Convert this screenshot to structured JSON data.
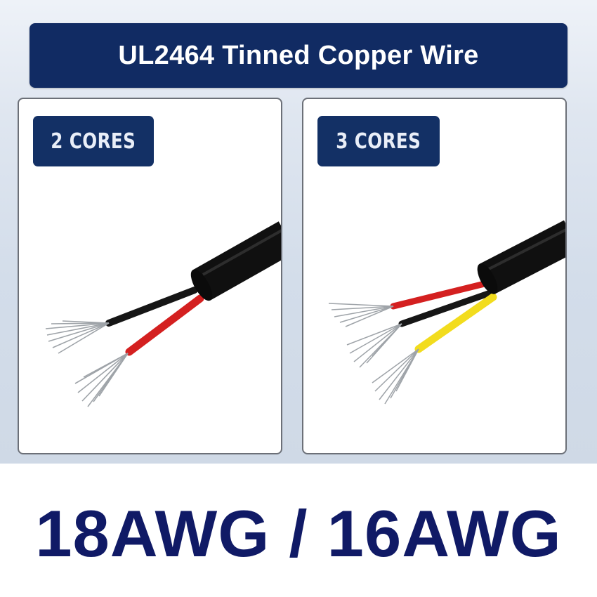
{
  "header": {
    "title": "UL2464 Tinned Copper Wire"
  },
  "panels": [
    {
      "badge": "2 CORES",
      "core_colors": [
        "#1a1a1a",
        "#d42020"
      ]
    },
    {
      "badge": "3 CORES",
      "core_colors": [
        "#d42020",
        "#1a1a1a",
        "#f2dc1e"
      ]
    }
  ],
  "footer": {
    "gauge": "18AWG / 16AWG"
  },
  "colors": {
    "title_bg": "#112b63",
    "badge_bg": "#133065",
    "gauge_text": "#101a66",
    "jacket": "#111111"
  }
}
